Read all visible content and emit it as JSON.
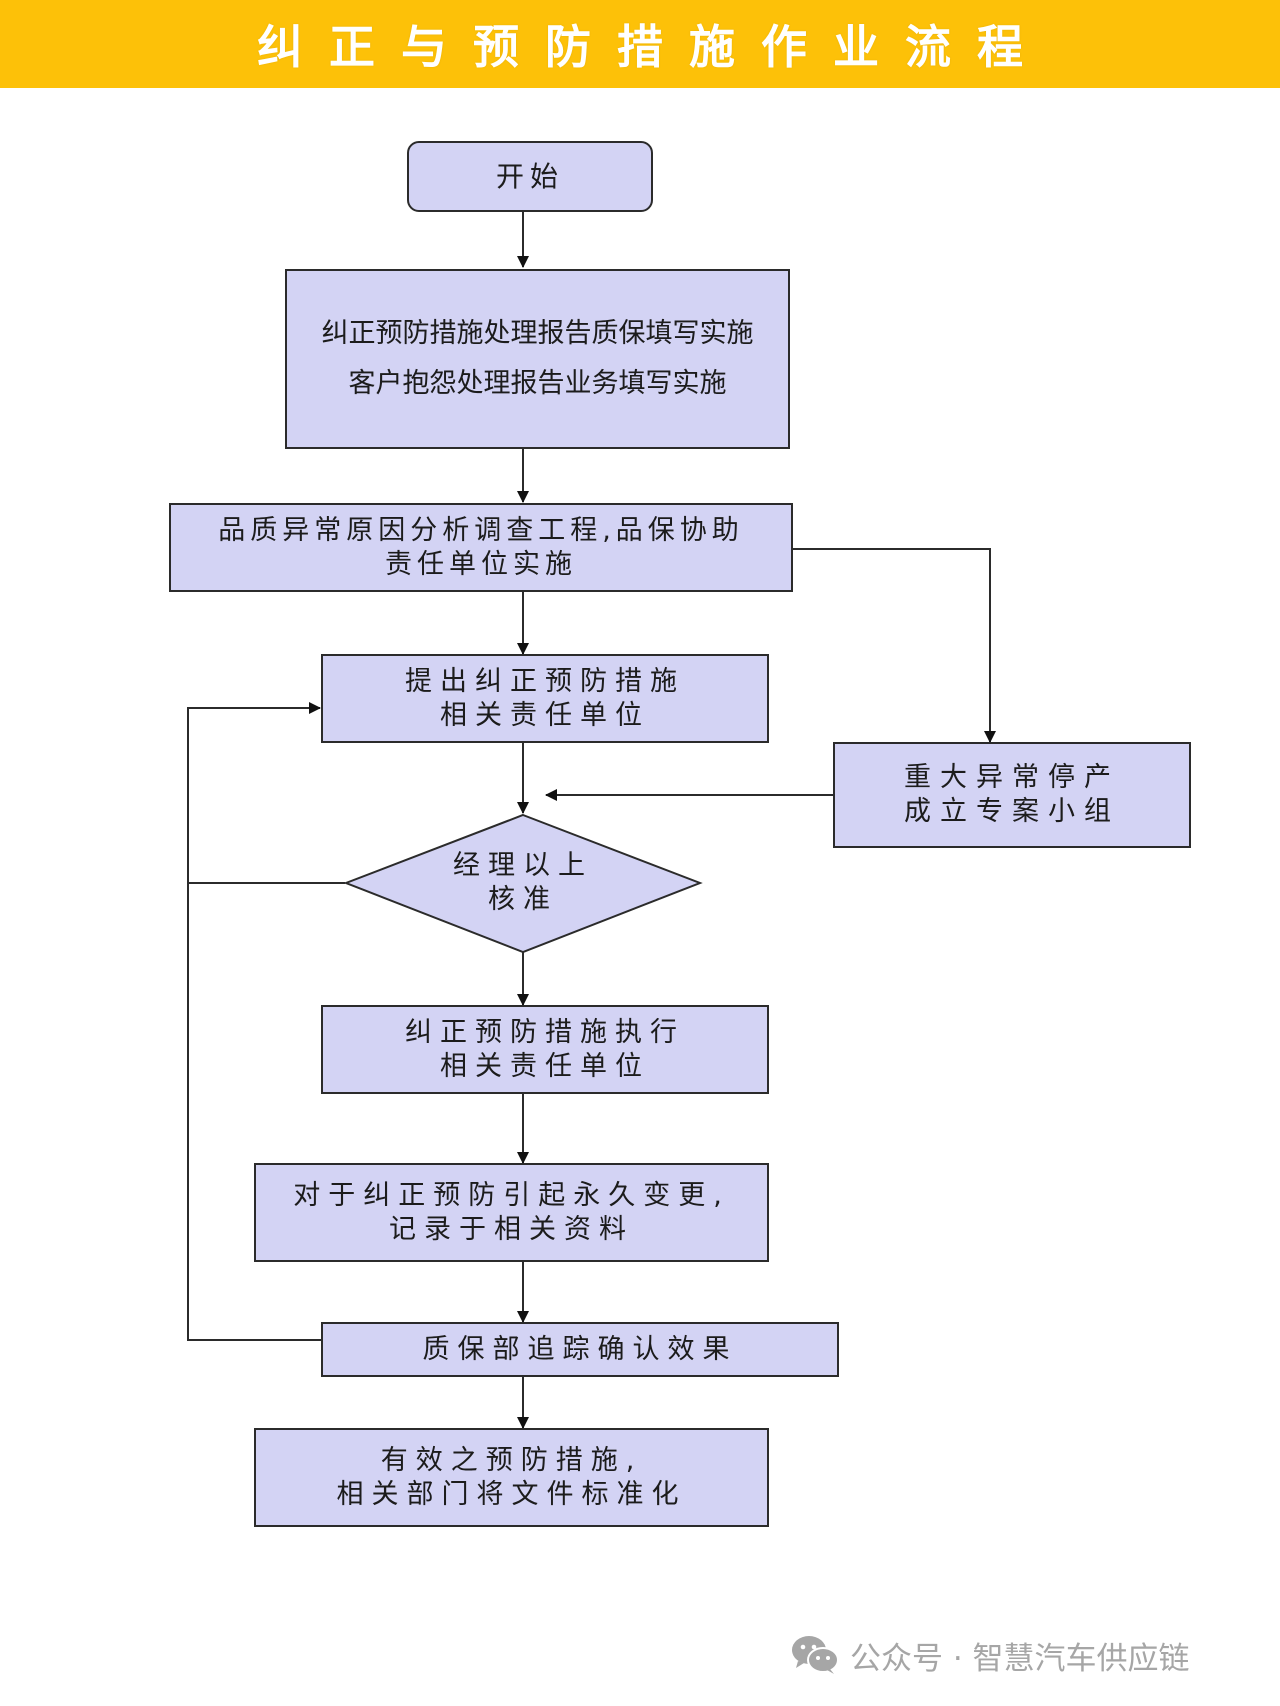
{
  "title": "纠正与预防措施作业流程",
  "colors": {
    "banner": "#fdc108",
    "node_fill": "#d3d3f4",
    "node_border": "#2b2b2b",
    "line": "#2b2b2b",
    "footer_text": "#a6a6a6"
  },
  "nodes": {
    "start": {
      "lines": [
        "开始"
      ]
    },
    "report": {
      "lines": [
        "纠正预防措施处理报告质保填写实施",
        "客户抱怨处理报告业务填写实施"
      ]
    },
    "analysis": {
      "lines": [
        "品质异常原因分析调查工程,品保协助",
        "责任单位实施"
      ]
    },
    "propose": {
      "lines": [
        "提出纠正预防措施",
        "相关责任单位"
      ]
    },
    "major": {
      "lines": [
        "重大异常停产",
        "成立专案小组"
      ]
    },
    "approve": {
      "lines": [
        "经理以上",
        "核准"
      ]
    },
    "execute": {
      "lines": [
        "纠正预防措施执行",
        "相关责任单位"
      ]
    },
    "record": {
      "lines": [
        "对于纠正预防引起永久变更,",
        "记录于相关资料"
      ]
    },
    "track": {
      "lines": [
        "质保部追踪确认效果"
      ]
    },
    "standardize": {
      "lines": [
        "有效之预防措施,",
        "相关部门将文件标准化"
      ]
    }
  },
  "footer": {
    "icon": "wechat-icon",
    "text": "公众号 · 智慧汽车供应链"
  }
}
